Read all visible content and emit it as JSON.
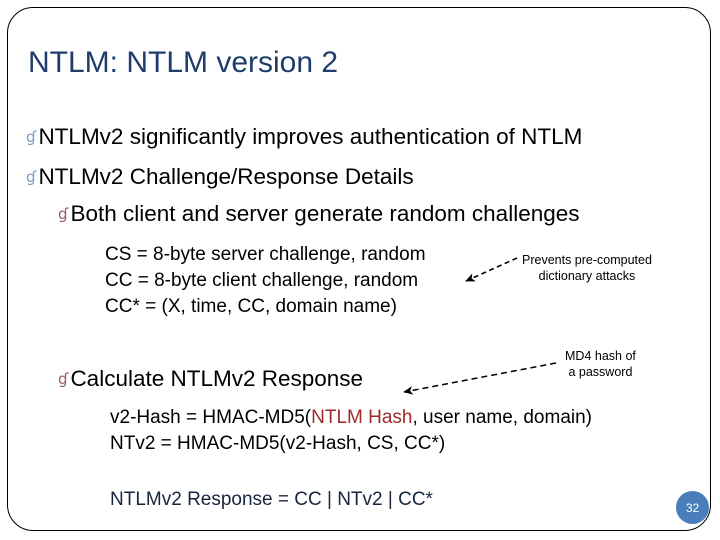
{
  "slide": {
    "title": "NTLM: NTLM version 2",
    "page_number": "32",
    "accent_color": "#4A7EBB",
    "title_color": "#1F3D6B",
    "bullet_l1_color": "#7E9BC0",
    "bullet_l2_color": "#9B5B5B",
    "highlight_color": "#9E2A2B",
    "final_line_color": "#16253D"
  },
  "bullets": {
    "b1_glyph": "bullet-flourish-icon",
    "b1_mark": "ɠ",
    "b1_text": "NTLMv2 significantly improves authentication of NTLM",
    "b2_mark": "ɠ",
    "b2_text": "NTLMv2 Challenge/Response Details",
    "b3_mark": "ɠ",
    "b3_text": "Both client and server generate random challenges",
    "b4_mark": "ɠ",
    "b4_text": "Calculate NTLMv2 Response"
  },
  "details": {
    "line1": "CS = 8-byte server challenge, random",
    "line2": "CC = 8-byte client challenge, random",
    "line3": "CC* = (X, time, CC, domain name)"
  },
  "formulas": {
    "f1_prefix": "v2-Hash = HMAC-MD5(",
    "f1_highlight": "NTLM Hash",
    "f1_suffix": ", user name, domain)",
    "f2": "NTv2 = HMAC-MD5(v2-Hash, CS, CC*)"
  },
  "final": {
    "text": "NTLMv2 Response = CC | NTv2 | CC*"
  },
  "callouts": [
    {
      "id": "callout-prevents",
      "line1": "Prevents pre-computed",
      "line2": "dictionary attacks"
    },
    {
      "id": "callout-md4",
      "line1": "MD4 hash of",
      "line2": "a password"
    }
  ]
}
